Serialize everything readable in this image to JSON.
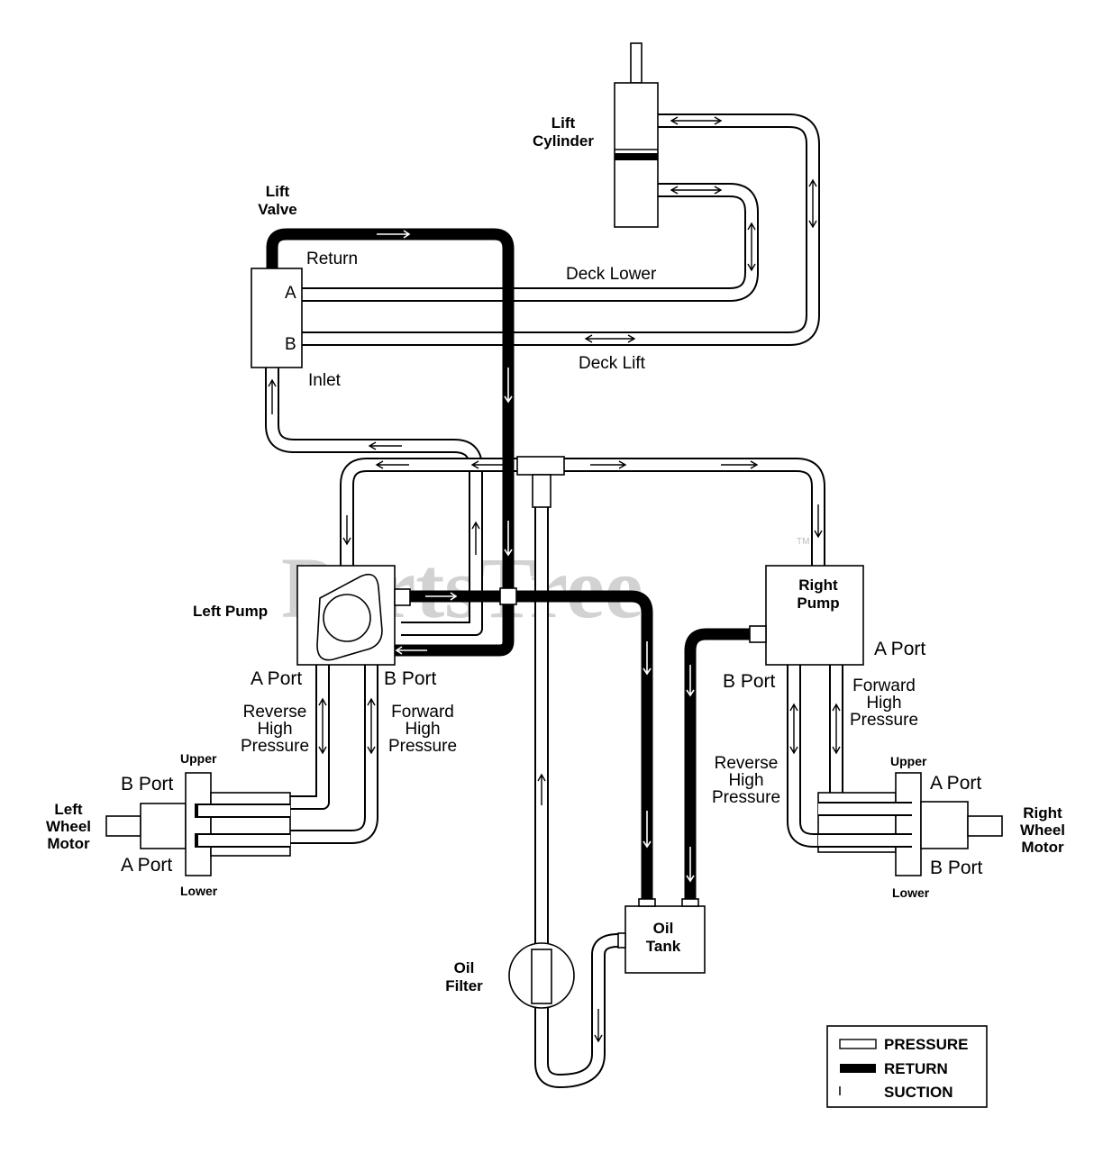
{
  "watermark": {
    "text": "PartsTree",
    "tm": "TM"
  },
  "components": {
    "lift_cylinder": {
      "line1": "Lift",
      "line2": "Cylinder"
    },
    "lift_valve": {
      "line1": "Lift",
      "line2": "Valve",
      "port_a": "A",
      "port_b": "B"
    },
    "left_pump": {
      "label": "Left Pump"
    },
    "right_pump": {
      "line1": "Right",
      "line2": "Pump"
    },
    "left_wheel_motor": {
      "line1": "Left",
      "line2": "Wheel",
      "line3": "Motor"
    },
    "right_wheel_motor": {
      "line1": "Right",
      "line2": "Wheel",
      "line3": "Motor"
    },
    "oil_tank": {
      "line1": "Oil",
      "line2": "Tank"
    },
    "oil_filter": {
      "line1": "Oil",
      "line2": "Filter"
    }
  },
  "lines": {
    "return": "Return",
    "inlet": "Inlet",
    "deck_lower": "Deck Lower",
    "deck_lift": "Deck Lift"
  },
  "left_side": {
    "a_port": "A Port",
    "b_port": "B Port",
    "reverse": {
      "line1": "Reverse",
      "line2": "High",
      "line3": "Pressure"
    },
    "forward": {
      "line1": "Forward",
      "line2": "High",
      "line3": "Pressure"
    },
    "motor_b_port": "B Port",
    "motor_a_port": "A Port",
    "upper": "Upper",
    "lower": "Lower"
  },
  "right_side": {
    "a_port": "A Port",
    "b_port": "B Port",
    "forward": {
      "line1": "Forward",
      "line2": "High",
      "line3": "Pressure"
    },
    "reverse": {
      "line1": "Reverse",
      "line2": "High",
      "line3": "Pressure"
    },
    "motor_a_port": "A Port",
    "motor_b_port": "B Port",
    "upper": "Upper",
    "lower": "Lower"
  },
  "legend": {
    "pressure": "PRESSURE",
    "return": "RETURN",
    "suction": "SUCTION"
  }
}
